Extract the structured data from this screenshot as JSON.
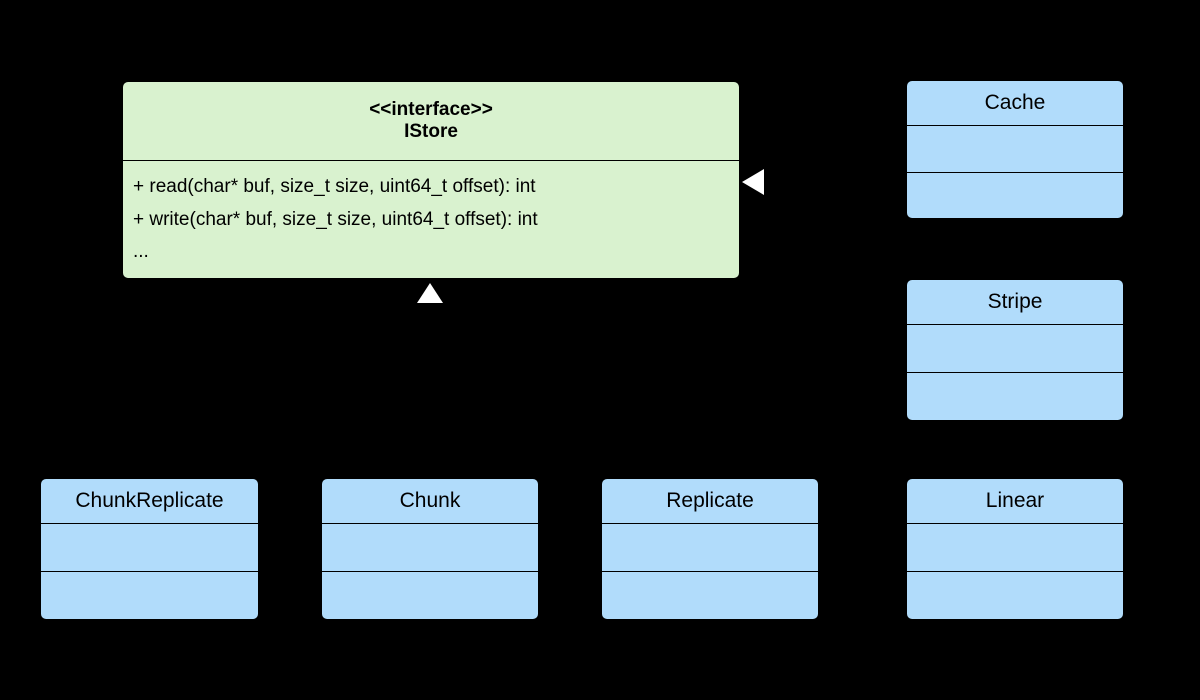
{
  "diagram": {
    "type": "uml-class-diagram",
    "background_color": "#000000",
    "interface_fill": "#d9f2cf",
    "class_fill": "#b1dcfb",
    "stroke_color": "#000000",
    "arrow_fill": "#ffffff"
  },
  "interface": {
    "stereotype": "<<interface>>",
    "name": "IStore",
    "methods": [
      "+ read(char* buf, size_t size, uint64_t offset): int",
      "+ write(char* buf, size_t size, uint64_t offset): int",
      "..."
    ]
  },
  "classes": [
    {
      "name": "Cache",
      "compartments": [
        "",
        ""
      ]
    },
    {
      "name": "Stripe",
      "compartments": [
        "",
        ""
      ]
    },
    {
      "name": "ChunkReplicate",
      "compartments": [
        "",
        ""
      ]
    },
    {
      "name": "Chunk",
      "compartments": [
        "",
        ""
      ]
    },
    {
      "name": "Replicate",
      "compartments": [
        "",
        ""
      ]
    },
    {
      "name": "Linear",
      "compartments": [
        "",
        ""
      ]
    }
  ],
  "relationships": [
    {
      "kind": "generalization",
      "arrow": "hollow-triangle-left",
      "from": "Cache",
      "to": "IStore"
    },
    {
      "kind": "generalization",
      "arrow": "hollow-triangle-up",
      "from": "subclasses",
      "to": "IStore"
    }
  ]
}
